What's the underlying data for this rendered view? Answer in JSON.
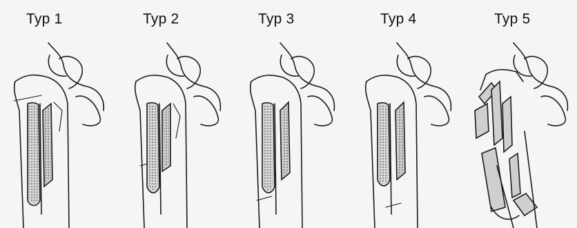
{
  "figure": {
    "panels": [
      {
        "label": "Typ 1"
      },
      {
        "label": "Typ 2"
      },
      {
        "label": "Typ 3"
      },
      {
        "label": "Typ 4"
      },
      {
        "label": "Typ 5"
      }
    ],
    "colors": {
      "background": "#f5f5f3",
      "ink": "#1a1a1a",
      "fill": "#d8d8d6"
    }
  }
}
